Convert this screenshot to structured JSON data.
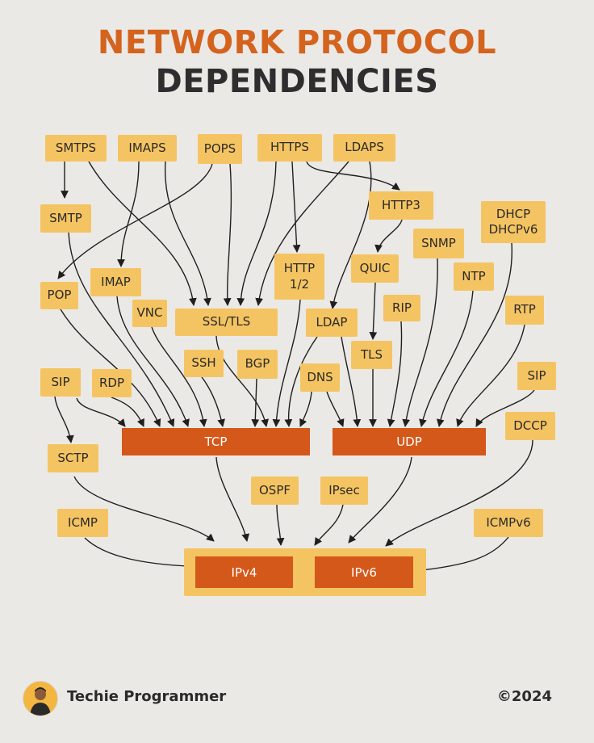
{
  "title": {
    "line1": "NETWORK PROTOCOL",
    "line2": "DEPENDENCIES"
  },
  "nodes": {
    "smtps": "SMTPS",
    "imaps": "IMAPS",
    "pops": "POPS",
    "https": "HTTPS",
    "ldaps": "LDAPS",
    "smtp": "SMTP",
    "http3": "HTTP3",
    "dhcp": "DHCP\nDHCPv6",
    "snmp": "SNMP",
    "http12": "HTTP\n1/2",
    "quic": "QUIC",
    "ntp": "NTP",
    "pop": "POP",
    "imap": "IMAP",
    "vnc": "VNC",
    "ssltls": "SSL/TLS",
    "ldap": "LDAP",
    "rip": "RIP",
    "rtp": "RTP",
    "tls": "TLS",
    "ssh": "SSH",
    "bgp": "BGP",
    "dns": "DNS",
    "sip_left": "SIP",
    "rdp": "RDP",
    "sip_right": "SIP",
    "dccp": "DCCP",
    "sctp": "SCTP",
    "ospf": "OSPF",
    "ipsec": "IPsec",
    "icmp": "ICMP",
    "icmpv6": "ICMPv6"
  },
  "bars": {
    "tcp": "TCP",
    "udp": "UDP",
    "ipv4": "IPv4",
    "ipv6": "IPv6"
  },
  "footer": {
    "author": "Techie Programmer",
    "year": "©2024"
  },
  "colors": {
    "accent": "#d4631e",
    "node": "#f5c462",
    "bar": "#d4581a",
    "background": "#ebe9e6",
    "text": "#2e2e2e"
  }
}
